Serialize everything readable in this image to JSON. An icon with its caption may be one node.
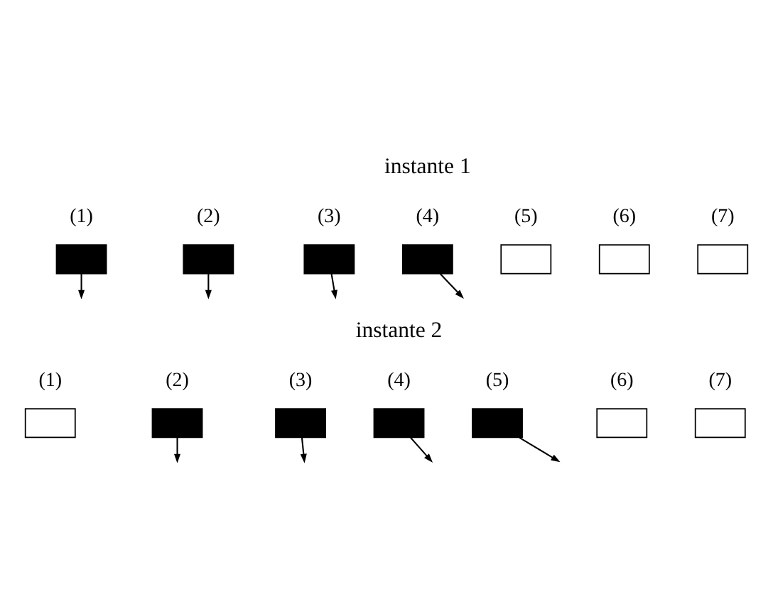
{
  "diagram": {
    "nodes": [
      {
        "text": [],
        "shape": "box",
        "beside": [
          "(1)"
        ]
      },
      {
        "text": [],
        "shape": "box",
        "beside": [
          "(2)"
        ]
      },
      {
        "text": [],
        "shape": "box",
        "beside": [
          "(3)"
        ]
      },
      {
        "text": [],
        "shape": "box",
        "beside": [
          "(4)"
        ]
      },
      {
        "text": [],
        "shape": "box",
        "beside": [
          "(5)"
        ]
      },
      {
        "text": [],
        "shape": "box",
        "beside": [
          "(6)"
        ]
      },
      {
        "text": [],
        "shape": "box",
        "beside": [
          "(7)"
        ]
      },
      {
        "text": [],
        "shape": "box",
        "beside": [
          "(1)"
        ]
      },
      {
        "text": [],
        "shape": "box",
        "beside": [
          "(2)"
        ]
      },
      {
        "text": [],
        "shape": "box",
        "beside": [
          "(3)"
        ]
      },
      {
        "text": [],
        "shape": "box",
        "beside": [
          "(4)"
        ]
      },
      {
        "text": [],
        "shape": "box",
        "beside": [
          "(5)"
        ]
      },
      {
        "text": [],
        "shape": "box",
        "beside": [
          "(6)"
        ]
      },
      {
        "text": [],
        "shape": "box",
        "beside": [
          "(7)"
        ]
      }
    ],
    "edges": [
      {
        "from": 0,
        "to": null,
        "arrow": "to"
      },
      {
        "from": 1,
        "to": null,
        "arrow": "to"
      },
      {
        "from": 2,
        "to": null,
        "arrow": "to"
      },
      {
        "from": 3,
        "to": null,
        "arrow": "to"
      },
      {
        "from": 8,
        "to": null,
        "arrow": "to"
      },
      {
        "from": 9,
        "to": null,
        "arrow": "to"
      },
      {
        "from": 10,
        "to": null,
        "arrow": "to"
      },
      {
        "from": 11,
        "to": null,
        "arrow": "to"
      }
    ],
    "labels": [
      "instante 1",
      "instante 2"
    ]
  }
}
